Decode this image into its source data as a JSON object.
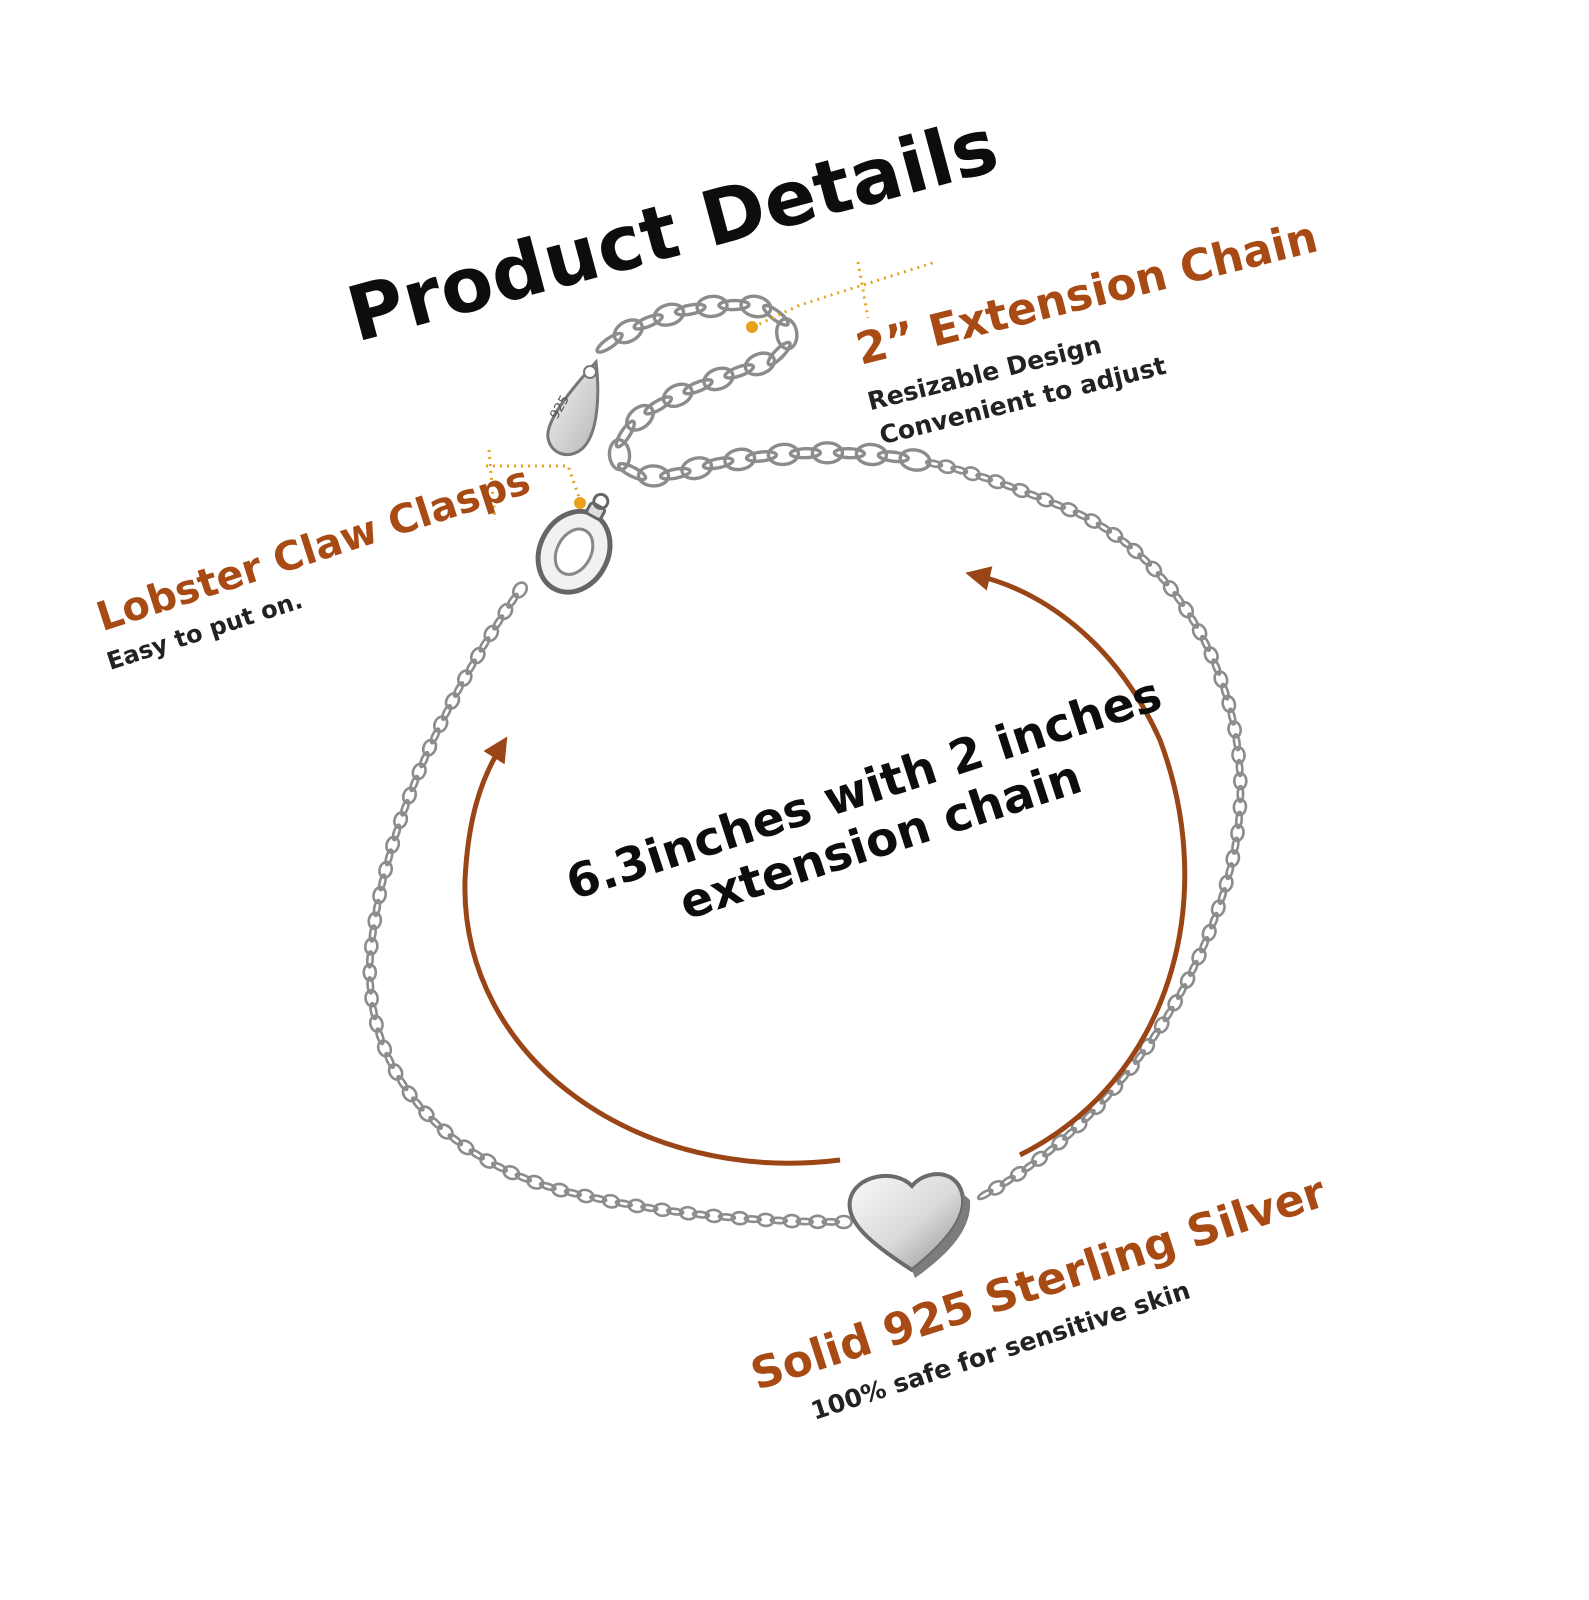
{
  "title": "Product Details",
  "callouts": {
    "extension": {
      "heading": "2” Extension Chain",
      "line1": "Resizable Design",
      "line2": "Convenient  to adjust"
    },
    "clasp": {
      "heading": "Lobster Claw Clasps",
      "line1": "Easy to put on."
    },
    "material": {
      "heading": "Solid 925 Sterling Silver",
      "line1": "100% safe for sensitive skin"
    }
  },
  "center_text": {
    "line1": "6.3inches with 2 inches",
    "line2": "extension chain"
  },
  "tag_stamp": "925",
  "colors": {
    "accent": "#a84a14",
    "arrow": "#9a4516",
    "dotted_leader": "#e6a21e",
    "silver": "#8c8c8c",
    "text": "#0d0d0d"
  }
}
